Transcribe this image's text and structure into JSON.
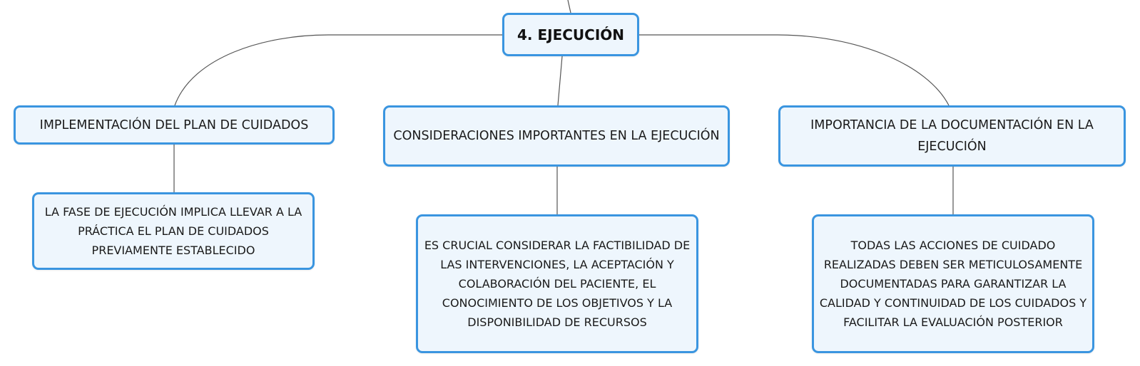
{
  "root": {
    "label": "4. EJECUCIÓN"
  },
  "topics": [
    {
      "label": "IMPLEMENTACIÓN DEL PLAN DE CUIDADOS"
    },
    {
      "label": "CONSIDERACIONES IMPORTANTES EN LA EJECUCIÓN"
    },
    {
      "label": "IMPORTANCIA DE LA DOCUMENTACIÓN EN LA EJECUCIÓN"
    }
  ],
  "details": [
    {
      "text": "LA FASE DE EJECUCIÓN IMPLICA LLEVAR A LA PRÁCTICA EL PLAN DE CUIDADOS PREVIAMENTE ESTABLECIDO"
    },
    {
      "text": "ES CRUCIAL CONSIDERAR LA FACTIBILIDAD DE LAS INTERVENCIONES, LA ACEPTACIÓN Y COLABORACIÓN DEL PACIENTE, EL CONOCIMIENTO DE LOS OBJETIVOS Y LA DISPONIBILIDAD DE RECURSOS"
    },
    {
      "text": "TODAS LAS ACCIONES DE CUIDADO REALIZADAS DEBEN SER METICULOSAMENTE DOCUMENTADAS PARA GARANTIZAR LA CALIDAD Y CONTINUIDAD DE LOS CUIDADOS Y FACILITAR LA EVALUACIÓN POSTERIOR"
    }
  ],
  "colors": {
    "node_border": "#3a95e0",
    "node_fill": "#eef6fd",
    "connector": "#555555",
    "text": "#1a1a1a"
  }
}
